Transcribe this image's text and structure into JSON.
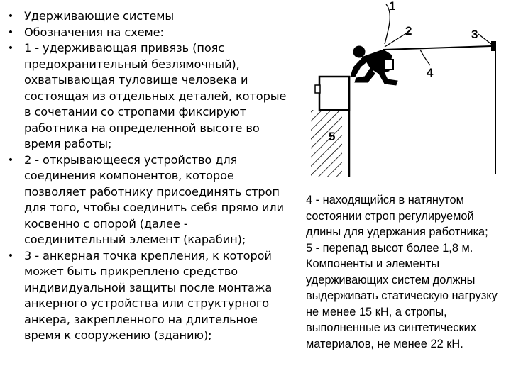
{
  "bullets": [
    "Удерживающие системы",
    "Обозначения на схеме:",
    "1 - удерживающая привязь (пояс предохранительный безлямочный), охватывающая туловище человека и состоящая из отдельных деталей, которые в сочетании со стропами фиксируют работника на определенной высоте во время работы;",
    "2 - открывающееся устройство для соединения компонентов, которое позволяет работнику присоединять строп для того, чтобы соединить себя прямо или косвенно с опорой (далее - соединительный элемент (карабин);",
    "3 - анкерная точка крепления, к которой может быть прикреплено средство индивидуальной защиты после монтажа анкерного устройства или структурного анкера, закрепленного на длительное время к сооружению (зданию);"
  ],
  "right_paragraphs": [
    "4 - находящийся в натянутом состоянии строп регулируемой длины для удержания работника;",
    "5 - перепад высот более 1,8 м. Компоненты и элементы удерживающих систем должны выдерживать статическую нагрузку не менее 15 кН, а стропы, выполненные из синтетических материалов, не менее 22 кН."
  ],
  "scheme_labels": {
    "label_1": "1",
    "label_2": "2",
    "label_3": "3",
    "label_4": "4",
    "label_5": "5"
  },
  "bullet_glyph": "•"
}
